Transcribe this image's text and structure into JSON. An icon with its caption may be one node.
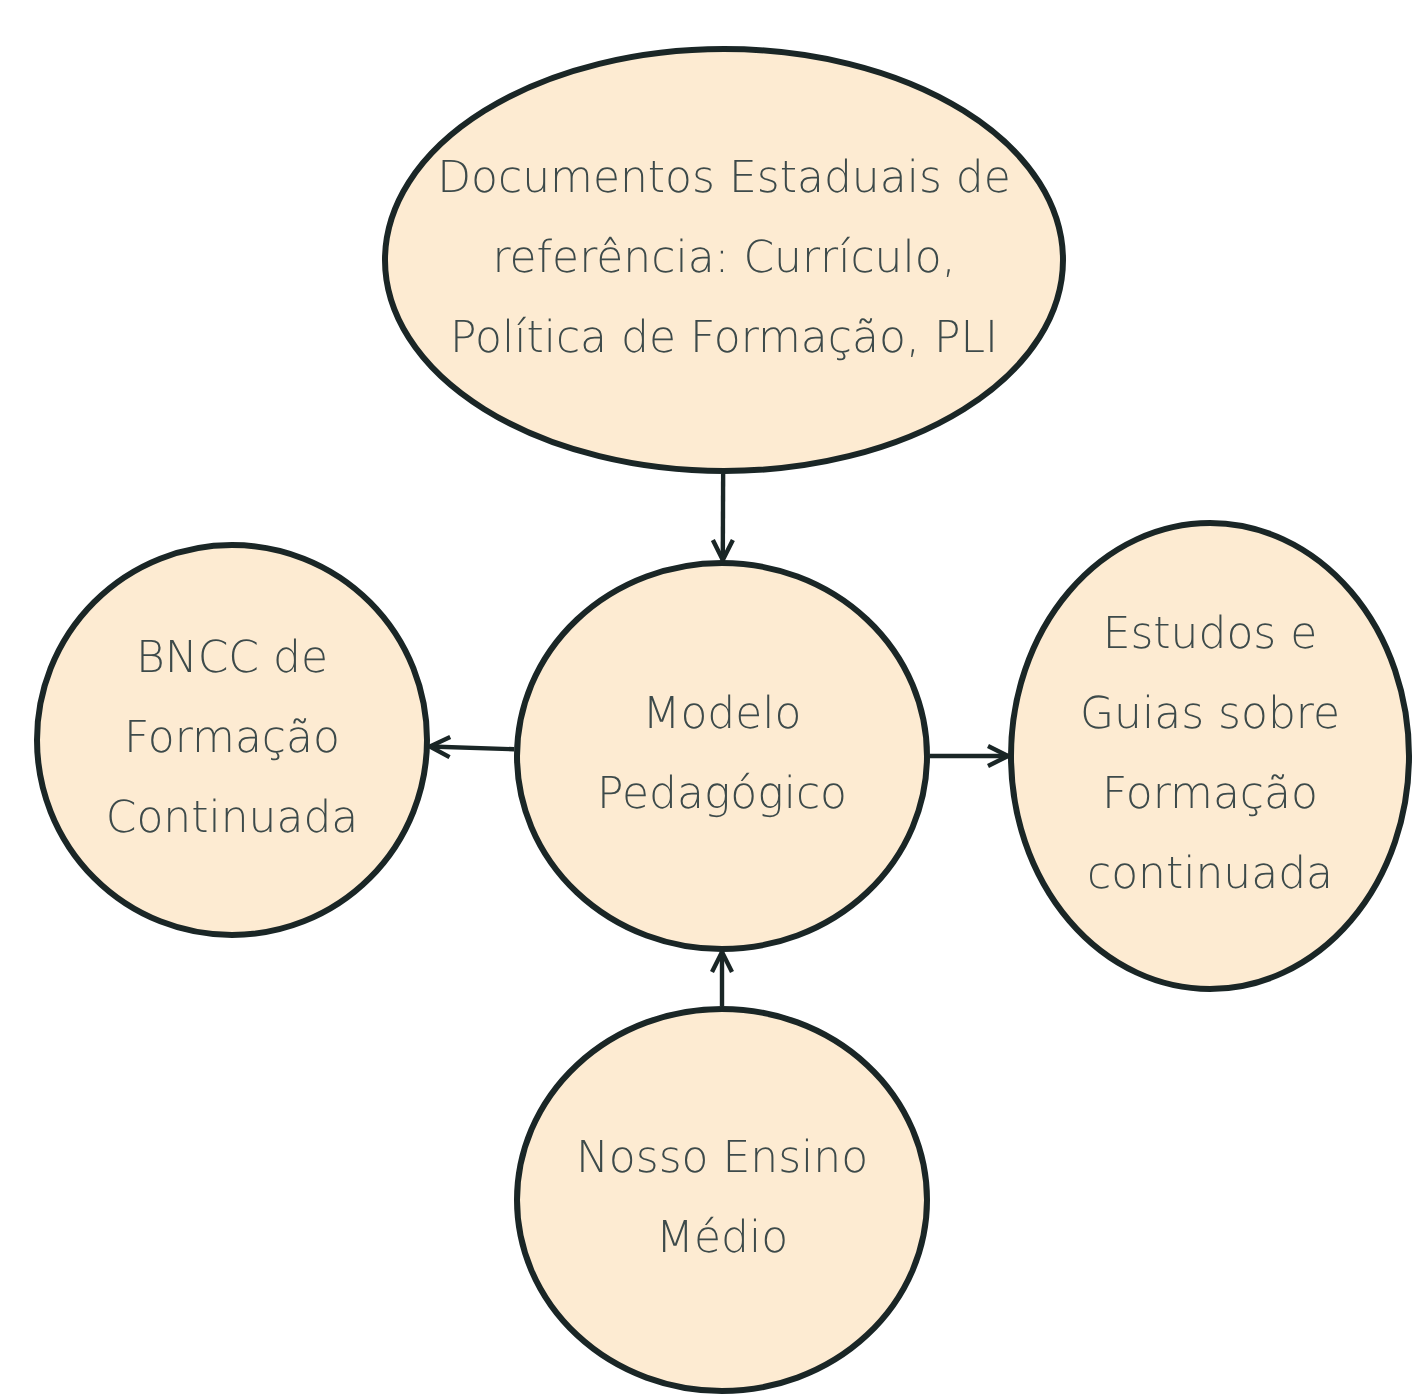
{
  "diagram": {
    "nodes": [
      {
        "text": [
          "Documentos Estaduais de referência: Currículo, Política de Formação, PLI"
        ]
      },
      {
        "text": [
          "BNCC de Formação Continuada"
        ]
      },
      {
        "text": [
          "Modelo Pedagógico"
        ]
      },
      {
        "text": [
          "Estudos e Guias sobre Formação continuada"
        ]
      },
      {
        "text": [
          "Nosso Ensino Médio"
        ]
      }
    ],
    "edges": [
      {
        "from": 0,
        "to": 2,
        "arrow": "to"
      },
      {
        "from": 2,
        "to": 1,
        "arrow": "to"
      },
      {
        "from": 2,
        "to": 3,
        "arrow": "to"
      },
      {
        "from": 4,
        "to": 2,
        "arrow": "to"
      }
    ]
  }
}
